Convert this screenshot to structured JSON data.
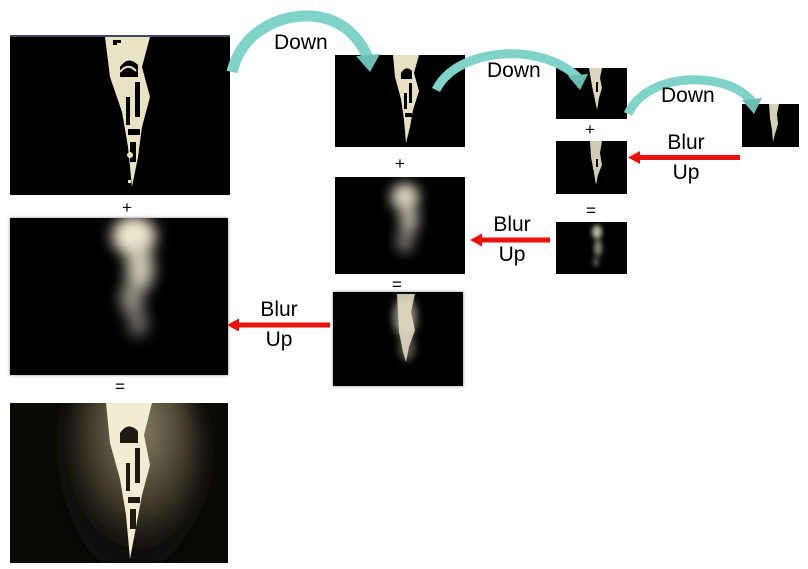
{
  "labels": {
    "down": "Down",
    "blur": "Blur",
    "up": "Up",
    "plus": "+",
    "equals": "="
  },
  "colors": {
    "arrow_red": "#e8110c",
    "arrow_teal": "#7fd3c9",
    "panel_bg": "#000000",
    "bright_cream": "#f1ecd2"
  }
}
